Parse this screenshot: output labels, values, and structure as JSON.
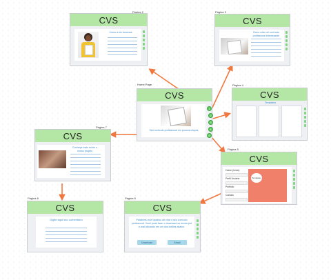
{
  "frames": {
    "pagina2": {
      "label": "Página 2",
      "title": "CVS",
      "text": "Como a ele funciona"
    },
    "pagina3": {
      "label": "Página 3",
      "title": "CVS",
      "text": "Como criar um currículo profissional interessante"
    },
    "home": {
      "label": "Home Page",
      "title": "CVS",
      "text": "Seu currículo profissional em poucos cliques"
    },
    "pagina4": {
      "label": "Página 4",
      "title": "CVS",
      "text": "Templates"
    },
    "pagina7": {
      "label": "Página 7",
      "title": "CVS",
      "text": "Conheça mais sobre o nosso projeto"
    },
    "pagina5": {
      "label": "Página 5",
      "title": "CVS",
      "menu": [
        "Home (Início)",
        "Perfil Usuário",
        "Portfolio",
        "Contato"
      ],
      "card": "Templates"
    },
    "pagina8": {
      "label": "Página 8",
      "title": "CVS",
      "text": "Digite aqui seu comentário"
    },
    "pagina6": {
      "label": "Página 6",
      "title": "CVS",
      "text": "Parabéns você acabou de criar o seu currículo profissional. Você pode fazer o download ou enviar por e-mail clicando em um dos botões abaixo.",
      "buttons": [
        "Download",
        "Email"
      ]
    }
  },
  "badges": [
    "1",
    "2",
    "3",
    "4",
    "5"
  ],
  "colors": {
    "header": "#b4e6a6",
    "arrow": "#f07840",
    "frame": "#eef0f3",
    "accent_text": "#3c8dc9",
    "badge": "#5cc95c"
  }
}
